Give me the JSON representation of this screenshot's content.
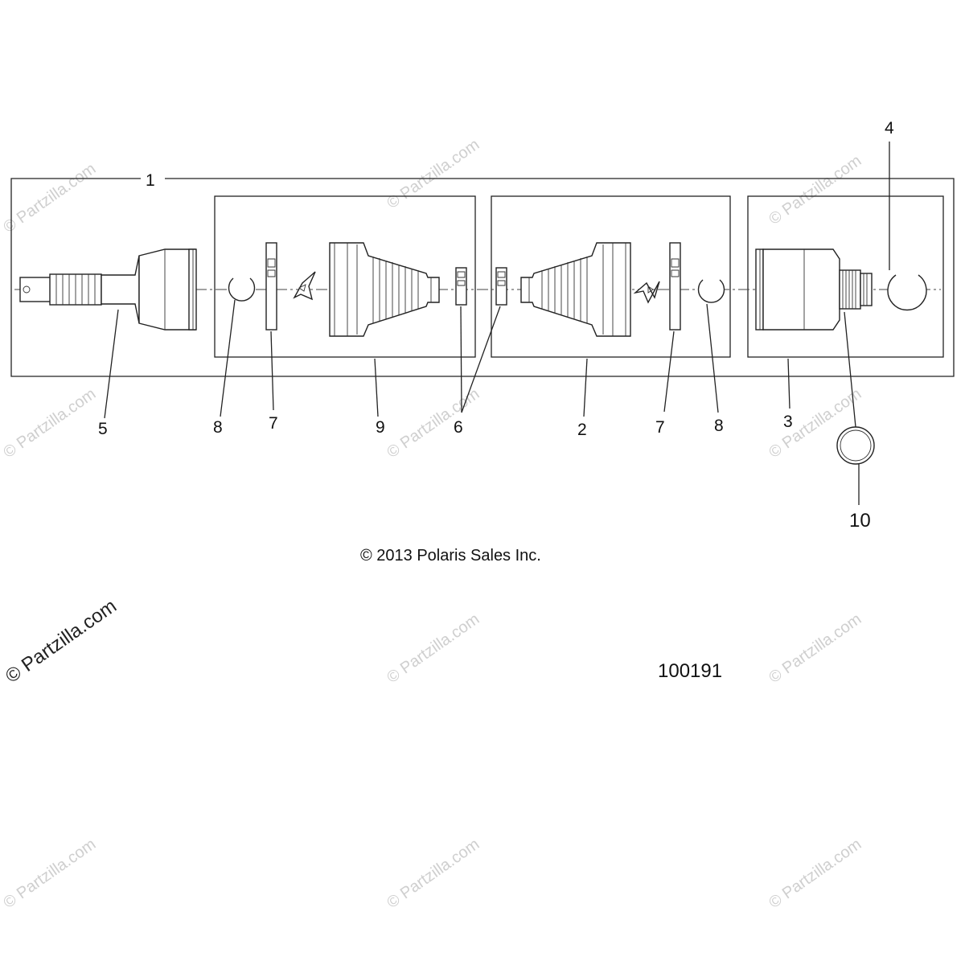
{
  "callouts": {
    "c1": "1",
    "c2": "2",
    "c3": "3",
    "c4": "4",
    "c5": "5",
    "c6": "6",
    "c7a": "7",
    "c7b": "7",
    "c8a": "8",
    "c8b": "8",
    "c9": "9",
    "c10": "10"
  },
  "copyright": "© 2013 Polaris Sales Inc.",
  "figure_number": "100191",
  "watermark": "© Partzilla.com"
}
